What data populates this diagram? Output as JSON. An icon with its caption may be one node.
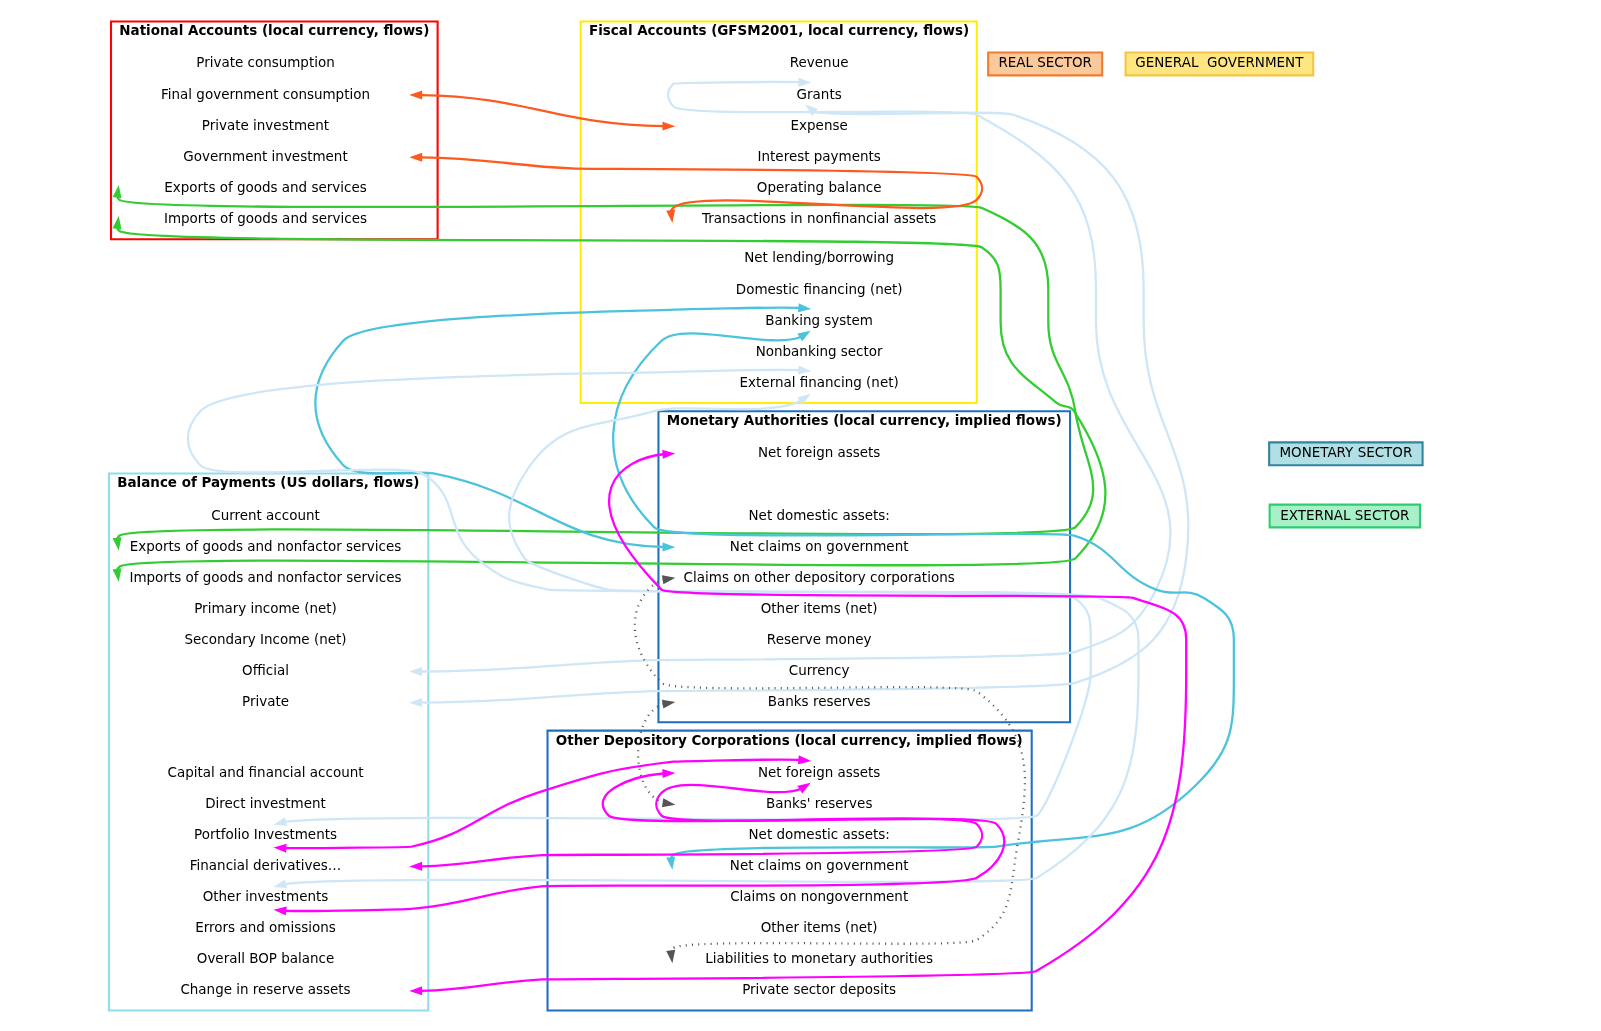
{
  "diagram": {
    "nodes": [
      {
        "text": [
          "National Accounts (local currency, flows)"
        ]
      },
      {
        "text": [
          "Private consumption"
        ],
        "in": 0
      },
      {
        "text": [
          "Final government consumption"
        ],
        "in": 0
      },
      {
        "text": [
          "Private investment"
        ],
        "in": 0
      },
      {
        "text": [
          "Government investment"
        ],
        "in": 0
      },
      {
        "text": [
          "Exports of goods and services"
        ],
        "in": 0
      },
      {
        "text": [
          "Imports of goods and services"
        ],
        "in": 0
      },
      {
        "text": [
          "REAL SECTOR"
        ]
      },
      {
        "text": [
          "Fiscal Accounts (GFSM2001, local currency, flows)"
        ]
      },
      {
        "text": [
          "Revenue"
        ],
        "in": 8
      },
      {
        "text": [
          "Grants"
        ],
        "in": 8
      },
      {
        "text": [
          "Expense"
        ],
        "in": 8
      },
      {
        "text": [
          "Interest payments"
        ],
        "in": 8
      },
      {
        "text": [
          "Operating balance"
        ],
        "in": 8
      },
      {
        "text": [
          "Transactions in nonfinancial assets"
        ],
        "in": 8
      },
      {
        "text": [
          "Net lending/borrowing"
        ],
        "in": 8
      },
      {
        "text": [
          "Domestic financing (net)"
        ],
        "in": 8
      },
      {
        "text": [
          "Banking system"
        ],
        "in": 8
      },
      {
        "text": [
          "Nonbanking sector"
        ],
        "in": 8
      },
      {
        "text": [
          "External financing (net)"
        ],
        "in": 8
      },
      {
        "text": [
          "GENERAL  GOVERNMENT"
        ]
      },
      {
        "text": [
          "Balance of Payments (US dollars, flows)"
        ]
      },
      {
        "text": [
          "Current account"
        ],
        "in": 21
      },
      {
        "text": [
          "Exports of goods and nonfactor services"
        ],
        "in": 21
      },
      {
        "text": [
          "Imports of goods and nonfactor services"
        ],
        "in": 21
      },
      {
        "text": [
          "Primary income (net)"
        ],
        "in": 21
      },
      {
        "text": [
          "Secondary Income (net)"
        ],
        "in": 21
      },
      {
        "text": [
          "Official"
        ],
        "in": 21
      },
      {
        "text": [
          "Private"
        ],
        "in": 21
      },
      {
        "text": [
          "Capital and financial account"
        ],
        "in": 21
      },
      {
        "text": [
          "Direct investment"
        ],
        "in": 21
      },
      {
        "text": [
          "Portfolio Investments"
        ],
        "in": 21
      },
      {
        "text": [
          "Financial derivatives…"
        ],
        "in": 21
      },
      {
        "text": [
          "Other investments"
        ],
        "in": 21
      },
      {
        "text": [
          "Errors and omissions"
        ],
        "in": 21
      },
      {
        "text": [
          "Overall BOP balance"
        ],
        "in": 21
      },
      {
        "text": [
          "Change in reserve assets"
        ],
        "in": 21
      },
      {
        "text": [
          "EXTERNAL SECTOR"
        ]
      },
      {
        "text": [
          "Monetary Authorities (local currency, implied flows)"
        ]
      },
      {
        "text": [
          "Net foreign assets"
        ],
        "in": 38
      },
      {
        "text": [
          "Net domestic assets:"
        ],
        "in": 38
      },
      {
        "text": [
          "Net claims on government"
        ],
        "in": 38
      },
      {
        "text": [
          "Claims on other depository corporations"
        ],
        "in": 38
      },
      {
        "text": [
          "Other items (net)"
        ],
        "in": 38
      },
      {
        "text": [
          "Reserve money"
        ],
        "in": 38
      },
      {
        "text": [
          "Currency"
        ],
        "in": 38
      },
      {
        "text": [
          "Banks reserves"
        ],
        "in": 38
      },
      {
        "text": [
          "MONETARY SECTOR"
        ]
      },
      {
        "text": [
          "Other Depository Corporations (local currency, implied flows)"
        ]
      },
      {
        "text": [
          "Net foreign assets"
        ],
        "in": 48
      },
      {
        "text": [
          "Banks' reserves"
        ],
        "in": 48
      },
      {
        "text": [
          "Net domestic assets:"
        ],
        "in": 48
      },
      {
        "text": [
          "Net claims on government"
        ],
        "in": 48
      },
      {
        "text": [
          "Claims on nongovernment"
        ],
        "in": 48
      },
      {
        "text": [
          "Other items (net)"
        ],
        "in": 48
      },
      {
        "text": [
          "Liabilities to monetary authorities"
        ],
        "in": 48
      },
      {
        "text": [
          "Private sector deposits"
        ],
        "in": 48
      }
    ],
    "edges": [
      {
        "from": 11,
        "to": 2,
        "arrow": "both",
        "color": "#fc5a1e"
      },
      {
        "from": 14,
        "to": 4,
        "arrow": "both",
        "color": "#fc5a1e"
      },
      {
        "from": 23,
        "to": 5,
        "arrow": "both",
        "color": "#33cc33"
      },
      {
        "from": 24,
        "to": 6,
        "arrow": "both",
        "color": "#33cc33"
      },
      {
        "from": 10,
        "to": 27,
        "arrow": "both",
        "color": "#cfe6f7"
      },
      {
        "from": 10,
        "to": 28,
        "arrow": "both",
        "color": "#cfe6f7"
      },
      {
        "from": 19,
        "to": 31,
        "arrow": "both",
        "color": "#cfe6f7"
      },
      {
        "from": 19,
        "to": 33,
        "arrow": "both",
        "color": "#cfe6f7"
      },
      {
        "from": 17,
        "to": 41,
        "arrow": "both",
        "color": "#4bc3dc"
      },
      {
        "from": 17,
        "to": 52,
        "arrow": "both",
        "color": "#4bc3dc"
      },
      {
        "from": 39,
        "to": 36,
        "arrow": "both",
        "color": "#ff00ff"
      },
      {
        "from": 49,
        "to": 31,
        "arrow": "both",
        "color": "#ff00ff"
      },
      {
        "from": 49,
        "to": 32,
        "arrow": "both",
        "color": "#ff00ff"
      },
      {
        "from": 49,
        "to": 33,
        "arrow": "both",
        "color": "#ff00ff"
      },
      {
        "from": 42,
        "to": 55,
        "arrow": "both",
        "style": "dashed",
        "color": "#555555"
      },
      {
        "from": 46,
        "to": 50,
        "arrow": "both",
        "style": "dashed",
        "color": "#555555"
      }
    ]
  }
}
